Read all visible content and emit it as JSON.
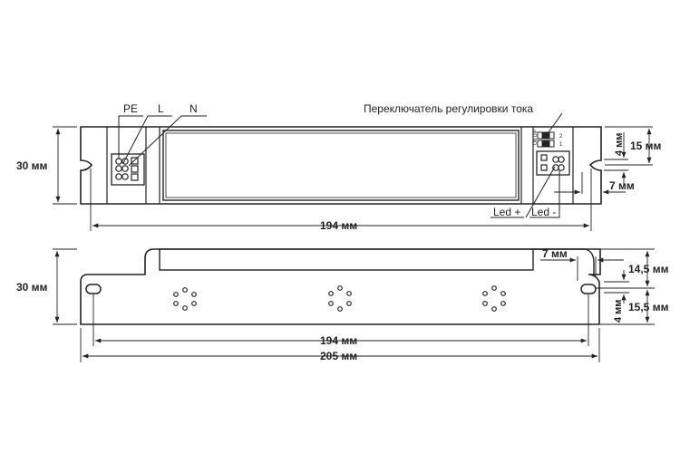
{
  "diagram": {
    "top_view": {
      "terminal_labels": [
        "PE",
        "L",
        "N"
      ],
      "switch_label": "Переключатель регулировки тока",
      "switch_marks": [
        "ON",
        "DIP",
        "1",
        "2"
      ],
      "led_plus": "Led +",
      "led_minus": "Led -",
      "height_dim": "30 мм",
      "length_dim": "194 мм",
      "notch_depth_dim": "4 мм",
      "notch_center_dim": "15 мм",
      "notch_offset_dim": "7 мм"
    },
    "side_view": {
      "height_dim": "30 мм",
      "hole_spacing_dim": "194 мм",
      "total_length_dim": "205 мм",
      "hole_offset_dim": "7 мм",
      "upper_dim": "14,5 мм",
      "lower_dim": "15,5 мм",
      "slot_dim": "4 мм"
    }
  }
}
